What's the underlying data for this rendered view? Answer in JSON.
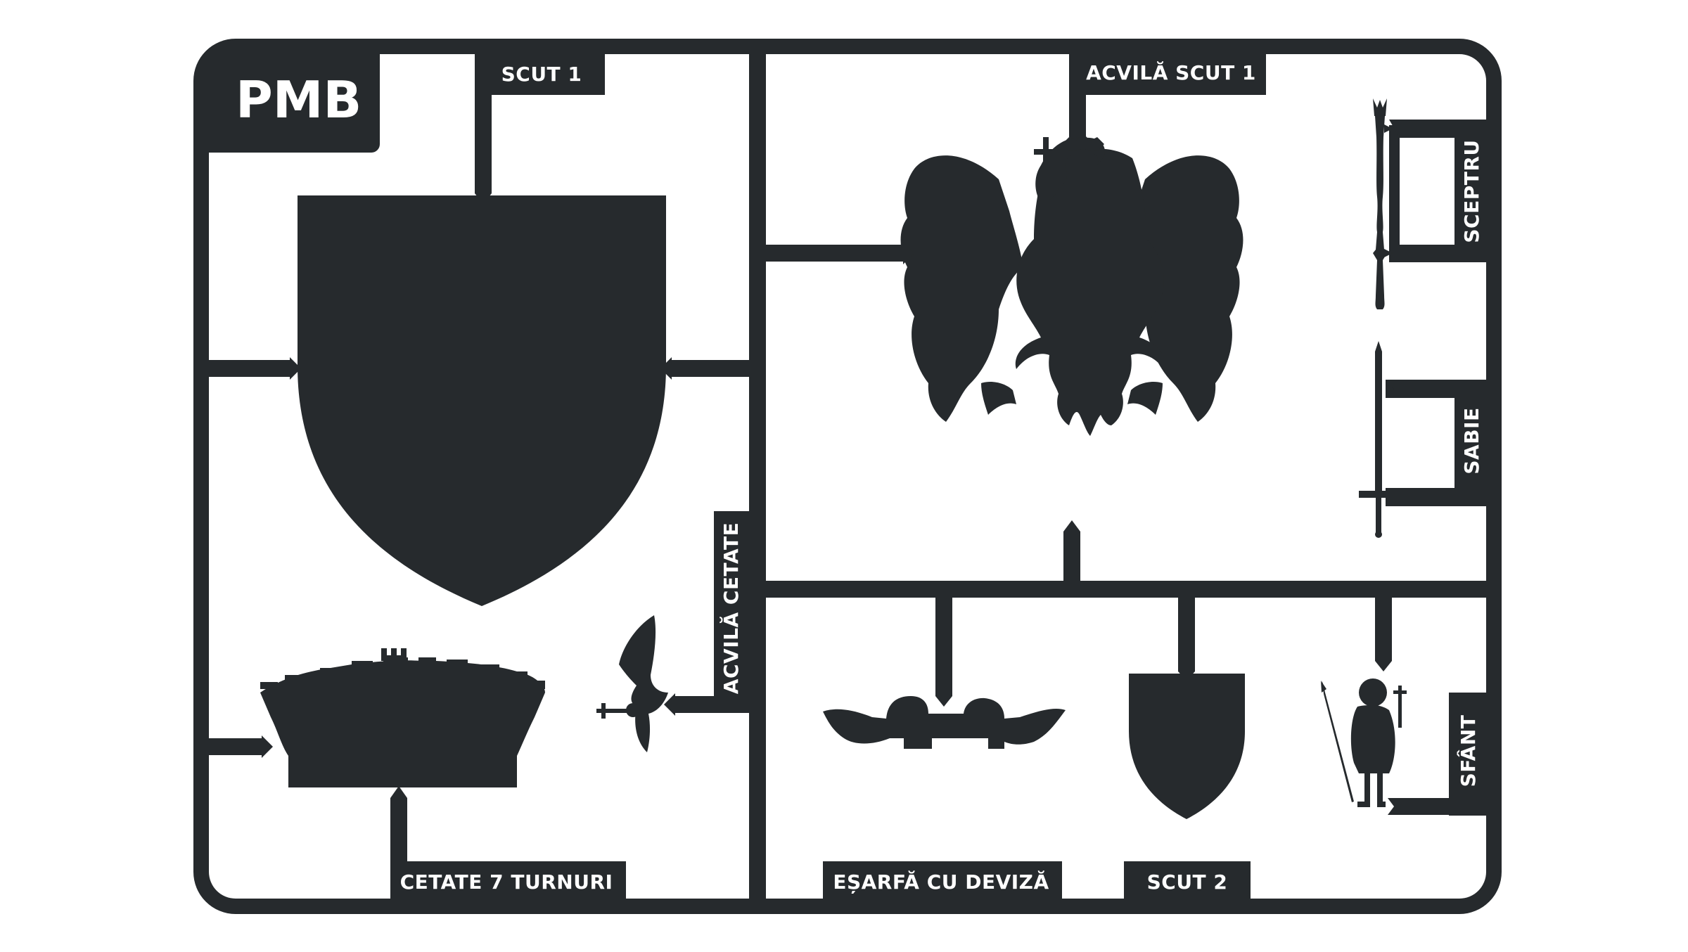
{
  "colors": {
    "sprue": "#262a2d",
    "background": "#ffffff",
    "text": "#ffffff"
  },
  "logo": "PMB",
  "labels": {
    "scut1": "SCUT 1",
    "acvila_scut1": "ACVILĂ SCUT 1",
    "sceptru": "SCEPTRU",
    "sabie": "SABIE",
    "acvila_cetate": "ACVILĂ CETATE",
    "cetate_7_turnuri": "CETATE 7 TURNURI",
    "esarfa_cu_deviza": "EȘARFĂ CU DEVIZĂ",
    "scut2": "SCUT 2",
    "sfant": "SFÂNT"
  },
  "icons": [
    "shield-icon",
    "eagle-icon",
    "scepter-icon",
    "sword-icon",
    "small-eagle-icon",
    "fortress-icon",
    "banner-scarf-icon",
    "small-shield-icon",
    "saint-icon"
  ]
}
